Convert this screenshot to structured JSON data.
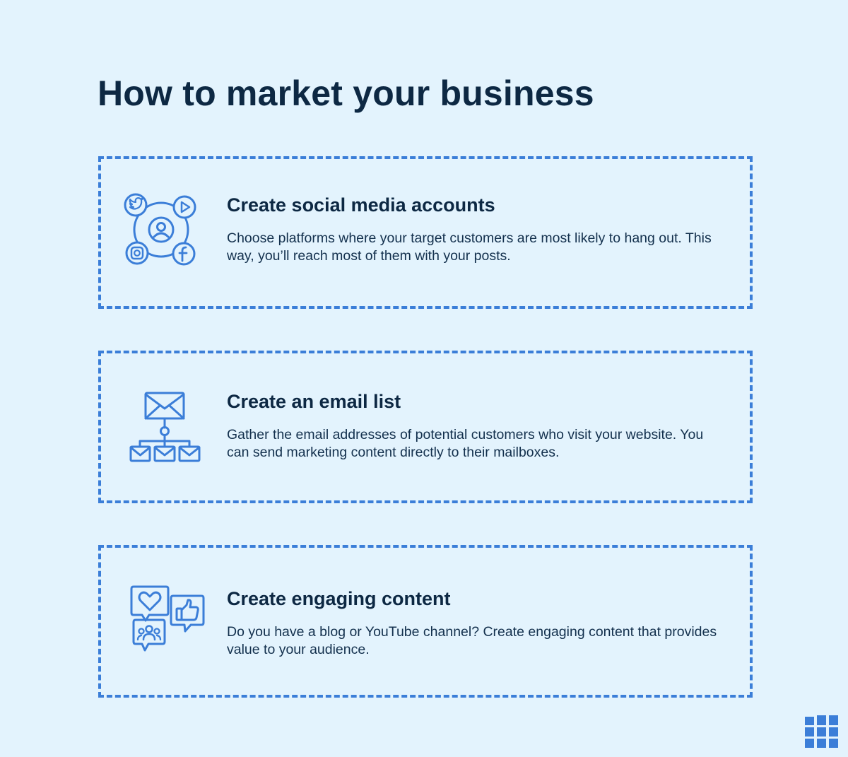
{
  "title": "How to market your business",
  "colors": {
    "background": "#e3f3fd",
    "accent": "#3b7ed8",
    "heading": "#0d2843",
    "body_text": "#13304d"
  },
  "cards": [
    {
      "icon": "social-media-network-icon",
      "heading": "Create social media accounts",
      "body": "Choose platforms where your target customers are most likely to hang out. This way, you’ll reach most of them with your posts."
    },
    {
      "icon": "email-list-icon",
      "heading": "Create an email list",
      "body": "Gather the email addresses of potential customers who visit your website. You can send marketing content directly to their mailboxes."
    },
    {
      "icon": "engaging-content-icon",
      "heading": "Create engaging content",
      "body": "Do you have a blog or YouTube channel? Create engaging content that provides value to your audience."
    }
  ],
  "logo": {
    "icon": "grid-logo-icon"
  }
}
